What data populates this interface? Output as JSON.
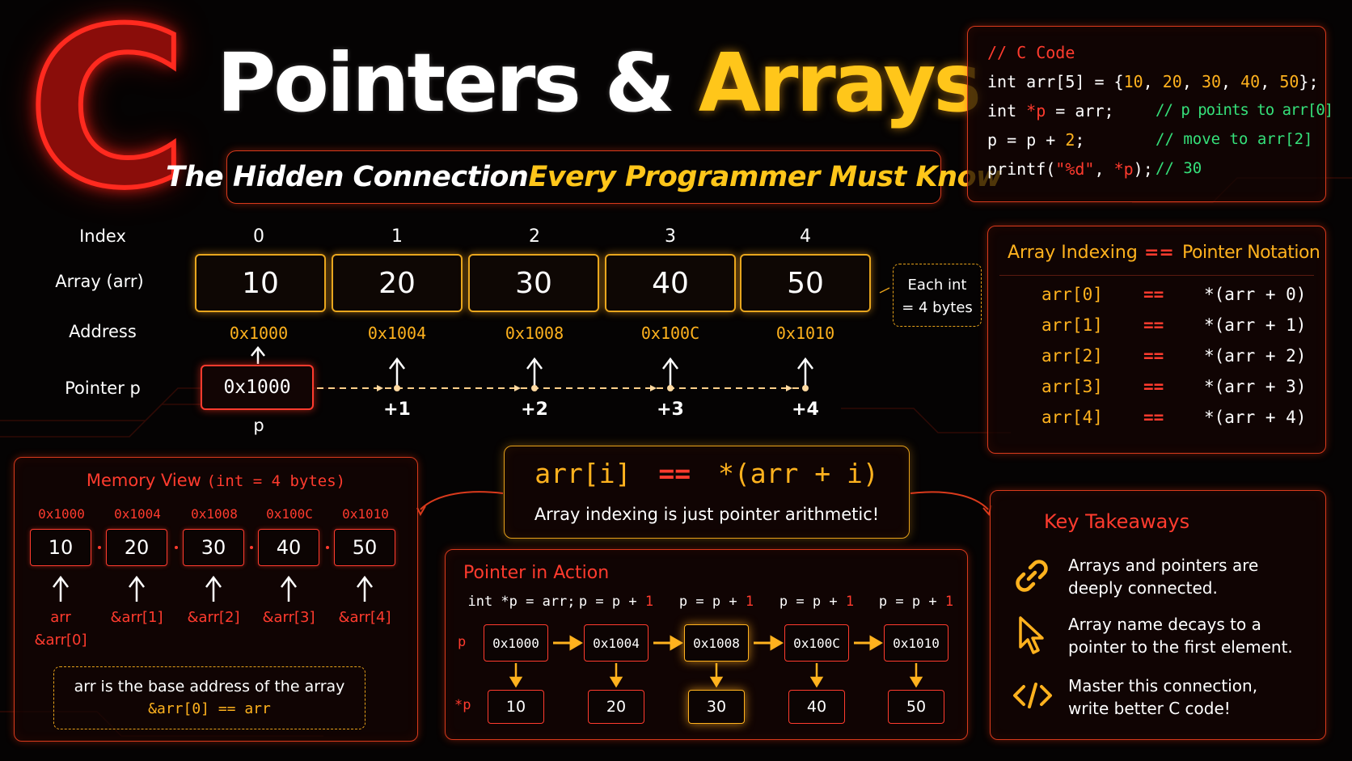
{
  "header": {
    "c_logo": "C",
    "title_part1": "Pointers &",
    "title_part2": "Arrays",
    "subtitle_part1": "The Hidden Connection",
    "subtitle_part2": "Every Programmer Must Know"
  },
  "code": {
    "comment": "// C Code",
    "line1_pre": "int arr[5] = {",
    "line1_nums": [
      "10",
      "20",
      "30",
      "40",
      "50"
    ],
    "line1_post": "};",
    "line2_pre": "int ",
    "line2_ptr": "*p",
    "line2_post": " = arr;",
    "line2_comment": "// p points to arr[0]",
    "line3_pre": "p = p + ",
    "line3_num": "2",
    "line3_post": ";",
    "line3_comment": "// move to arr[2]",
    "line4_pre": "printf(",
    "line4_str": "\"%d\"",
    "line4_mid": ", ",
    "line4_ptr": "*p",
    "line4_post": ");",
    "line4_comment": "// 30"
  },
  "array_diagram": {
    "labels": {
      "index": "Index",
      "array": "Array (arr)",
      "address": "Address",
      "pointer": "Pointer p"
    },
    "indices": [
      "0",
      "1",
      "2",
      "3",
      "4"
    ],
    "values": [
      "10",
      "20",
      "30",
      "40",
      "50"
    ],
    "addresses": [
      "0x1000",
      "0x1004",
      "0x1008",
      "0x100C",
      "0x1010"
    ],
    "pointer_value": "0x1000",
    "pointer_name": "p",
    "offsets": [
      "+1",
      "+2",
      "+3",
      "+4"
    ],
    "note_line1": "Each int",
    "note_line2": "= 4 bytes"
  },
  "equivalence": {
    "header_left": "Array Indexing",
    "header_eq": "==",
    "header_right": "Pointer Notation",
    "rows": [
      {
        "left": "arr[0]",
        "eq": "==",
        "right": "*(arr + 0)"
      },
      {
        "left": "arr[1]",
        "eq": "==",
        "right": "*(arr + 1)"
      },
      {
        "left": "arr[2]",
        "eq": "==",
        "right": "*(arr + 2)"
      },
      {
        "left": "arr[3]",
        "eq": "==",
        "right": "*(arr + 3)"
      },
      {
        "left": "arr[4]",
        "eq": "==",
        "right": "*(arr + 4)"
      }
    ]
  },
  "memory_view": {
    "title": "Memory View",
    "title_suffix": "(int = 4 bytes)",
    "addresses": [
      "0x1000",
      "0x1004",
      "0x1008",
      "0x100C",
      "0x1010"
    ],
    "values": [
      "10",
      "20",
      "30",
      "40",
      "50"
    ],
    "labels": [
      "arr",
      "&arr[1]",
      "&arr[2]",
      "&arr[3]",
      "&arr[4]"
    ],
    "label0_extra": "&arr[0]",
    "note_line1": "arr is the base address of the array",
    "note_line2": "&arr[0] == arr"
  },
  "formula": {
    "left": "arr[i]",
    "eq": "==",
    "right": "*(arr + i)",
    "caption": "Array indexing is just pointer arithmetic!"
  },
  "pointer_action": {
    "title": "Pointer in Action",
    "step0": "int *p = arr;",
    "step_pre": "p = p + ",
    "step_num": "1",
    "row_p": "p",
    "row_deref": "*p",
    "addresses": [
      "0x1000",
      "0x1004",
      "0x1008",
      "0x100C",
      "0x1010"
    ],
    "values": [
      "10",
      "20",
      "30",
      "40",
      "50"
    ]
  },
  "takeaways": {
    "title": "Key Takeaways",
    "items": [
      {
        "icon": "chain-link-icon",
        "line1": "Arrays and pointers are",
        "line2": "deeply connected."
      },
      {
        "icon": "cursor-pointer-icon",
        "line1": "Array name decays to a",
        "line2": "pointer to the first element."
      },
      {
        "icon": "code-brackets-icon",
        "line1": "Master this connection,",
        "line2": "write better C code!"
      }
    ]
  },
  "colors": {
    "accent_red": "#ff3b2e",
    "accent_orange": "#ffb21e",
    "accent_yellow": "#ffd21a",
    "code_green": "#35e07a"
  }
}
